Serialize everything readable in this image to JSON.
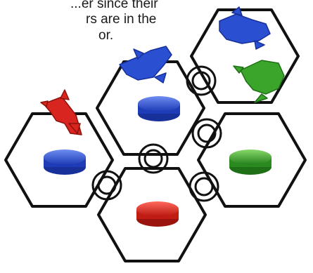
{
  "caption": {
    "lines": [
      "...er since their",
      "rs are in the",
      "or."
    ]
  },
  "pieces": {
    "ships": [
      {
        "color": "red",
        "faction": "red-ship"
      },
      {
        "color": "blue",
        "faction": "blue-ship"
      },
      {
        "color": "blue",
        "faction": "blue-ship"
      },
      {
        "color": "green",
        "faction": "green-ship"
      }
    ],
    "discs": [
      "blue",
      "blue",
      "green",
      "red"
    ]
  },
  "colors": {
    "hex_stroke": "#111111",
    "red": "#d9251f",
    "blue": "#2b4fd1",
    "green": "#3aa52a",
    "wormhole": "#111111"
  }
}
